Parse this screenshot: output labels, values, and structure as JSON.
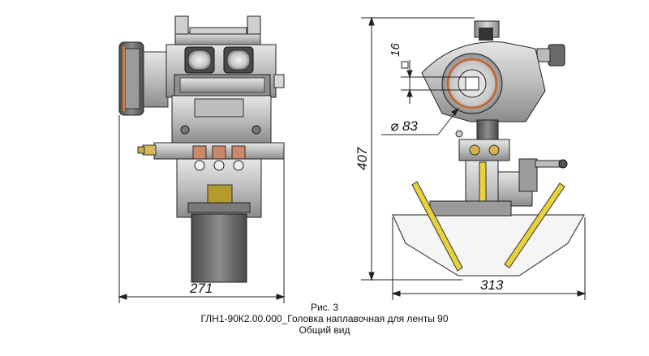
{
  "dimensions": {
    "front_width": "271",
    "side_width": "313",
    "side_height": "407",
    "roller_diameter": "⌀ 83",
    "square_size": "16"
  },
  "caption": {
    "figure": "Рис. 3",
    "title": "ГЛН1-90К2.00.000_Головка наплавочная для ленты 90",
    "subtitle": "Общий вид"
  },
  "colors": {
    "steel_light": "#d9d9d9",
    "steel_mid": "#a8a8a8",
    "steel_dark": "#6e6e6e",
    "copper": "#c98a6a",
    "brass": "#d6c078",
    "yellow_bar": "#e8d23a",
    "line": "#222222"
  }
}
